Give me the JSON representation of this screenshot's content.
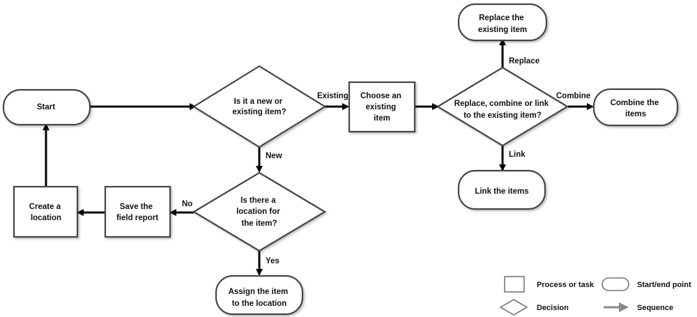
{
  "nodes": {
    "start": {
      "lines": [
        "Start"
      ]
    },
    "decision_new_existing": {
      "lines": [
        "Is it a new or",
        "existing item?"
      ]
    },
    "choose_existing": {
      "lines": [
        "Choose an",
        "existing",
        "item"
      ]
    },
    "decision_replace_combine_link": {
      "lines": [
        "Replace, combine  or link",
        "to the existing item?"
      ]
    },
    "replace_existing": {
      "lines": [
        "Replace the",
        "existing item"
      ]
    },
    "combine_items": {
      "lines": [
        "Combine the",
        "items"
      ]
    },
    "link_items": {
      "lines": [
        "Link the items"
      ]
    },
    "decision_location": {
      "lines": [
        "Is there a",
        "location for",
        "the item?"
      ]
    },
    "save_report": {
      "lines": [
        "Save the",
        "field report"
      ]
    },
    "create_location": {
      "lines": [
        "Create a",
        "location"
      ]
    },
    "assign_item": {
      "lines": [
        "Assign the item",
        "to the location"
      ]
    }
  },
  "edge_labels": {
    "existing": "Existing",
    "new": "New",
    "replace": "Replace",
    "combine": "Combine",
    "link": "Link",
    "no": "No",
    "yes": "Yes"
  },
  "legend": {
    "process": "Process or task",
    "start_end": "Start/end point",
    "decision": "Decision",
    "sequence": "Sequence"
  },
  "colors": {
    "stroke": "#444444",
    "arrow": "#000000",
    "legend_arrow": "#8a8a8a"
  }
}
